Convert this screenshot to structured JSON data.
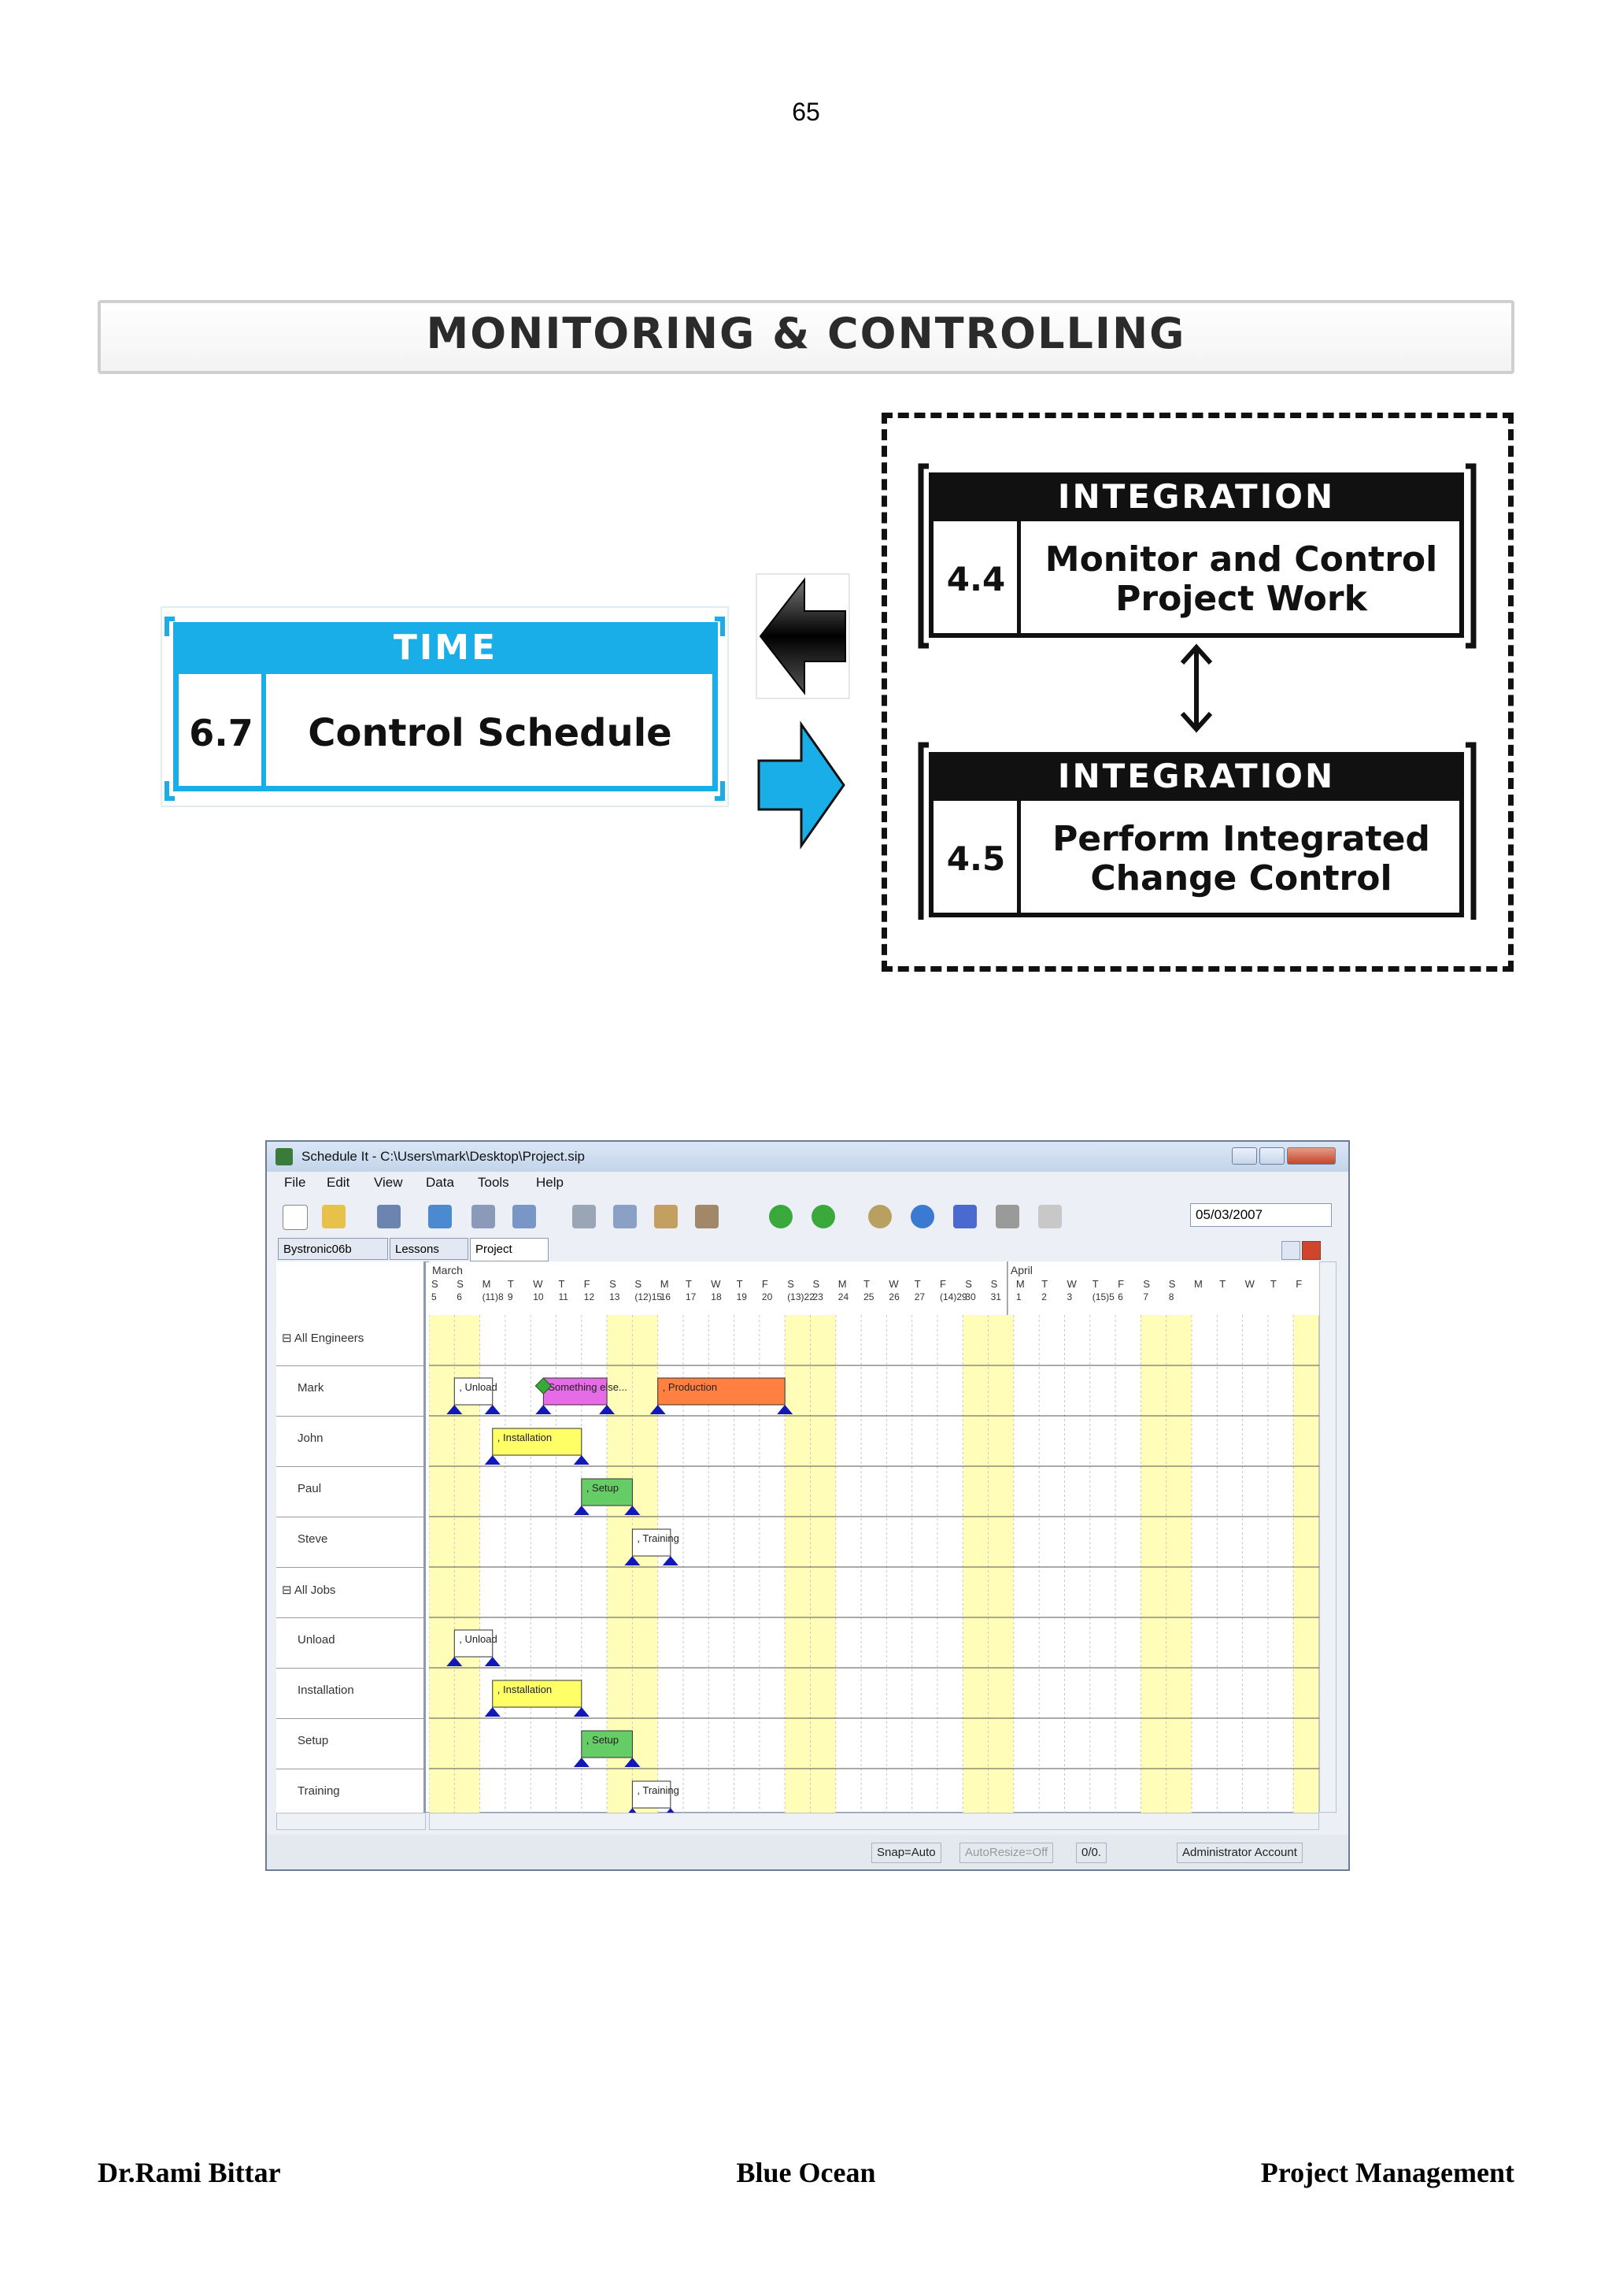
{
  "page_number": "65",
  "banner_title": "MONITORING & CONTROLLING",
  "time_box": {
    "header": "TIME",
    "number": "6.7",
    "label": "Control Schedule"
  },
  "integration_boxes": [
    {
      "header": "INTEGRATION",
      "number": "4.4",
      "label_line1": "Monitor and Control",
      "label_line2": "Project Work"
    },
    {
      "header": "INTEGRATION",
      "number": "4.5",
      "label_line1": "Perform Integrated",
      "label_line2": "Change Control"
    }
  ],
  "arrows": {
    "left_arrow_color": "#111111",
    "right_arrow_color": "#19aee8"
  },
  "screenshot": {
    "window_title": "Schedule It - C:\\Users\\mark\\Desktop\\Project.sip",
    "menu": [
      "File",
      "Edit",
      "View",
      "Data",
      "Tools",
      "Help"
    ],
    "date_value": "05/03/2007",
    "tabs": [
      "Bystronic06b",
      "Lessons",
      "Project"
    ],
    "months": [
      "March",
      "April"
    ],
    "day_letters": [
      "S",
      "S",
      "M",
      "T",
      "W",
      "T",
      "F",
      "S",
      "S",
      "M",
      "T",
      "W",
      "T",
      "F",
      "S",
      "S",
      "M",
      "T",
      "W",
      "T",
      "F",
      "S",
      "S",
      "M",
      "T",
      "W",
      "T",
      "F",
      "S",
      "S",
      "M",
      "T",
      "W",
      "T",
      "F"
    ],
    "day_numbers": [
      "5",
      "6",
      "(11)8",
      "9",
      "10",
      "11",
      "12",
      "13",
      "(12)15",
      "16",
      "17",
      "18",
      "19",
      "20",
      "(13)22",
      "23",
      "24",
      "25",
      "26",
      "27",
      "(14)29",
      "30",
      "31",
      "1",
      "2",
      "3",
      "(15)5",
      "6",
      "7",
      "8"
    ],
    "rows": [
      "All Engineers",
      "Mark",
      "John",
      "Paul",
      "Steve",
      "All Jobs",
      "Unload",
      "Installation",
      "Setup",
      "Training"
    ],
    "bars": [
      {
        "row": "Mark",
        "label": ", Unload",
        "color": "#ffffff"
      },
      {
        "row": "Mark",
        "label": "Something else...",
        "color": "#e66be6"
      },
      {
        "row": "Mark",
        "label": ", Production",
        "color": "#ff8040"
      },
      {
        "row": "John",
        "label": ", Installation",
        "color": "#ffff66"
      },
      {
        "row": "Paul",
        "label": ", Setup",
        "color": "#66cc66"
      },
      {
        "row": "Steve",
        "label": ", Training",
        "color": "#ffffff"
      },
      {
        "row": "Unload",
        "label": ", Unload",
        "color": "#ffffff"
      },
      {
        "row": "Installation",
        "label": ", Installation",
        "color": "#ffff66"
      },
      {
        "row": "Setup",
        "label": ", Setup",
        "color": "#66cc66"
      },
      {
        "row": "Training",
        "label": ", Training",
        "color": "#ffffff"
      }
    ],
    "status": [
      "Snap=Auto",
      "AutoResize=Off",
      "0/0.",
      "Administrator Account"
    ]
  },
  "footer": {
    "left": "Dr.Rami Bittar",
    "center": "Blue Ocean",
    "right": "Project Management"
  }
}
